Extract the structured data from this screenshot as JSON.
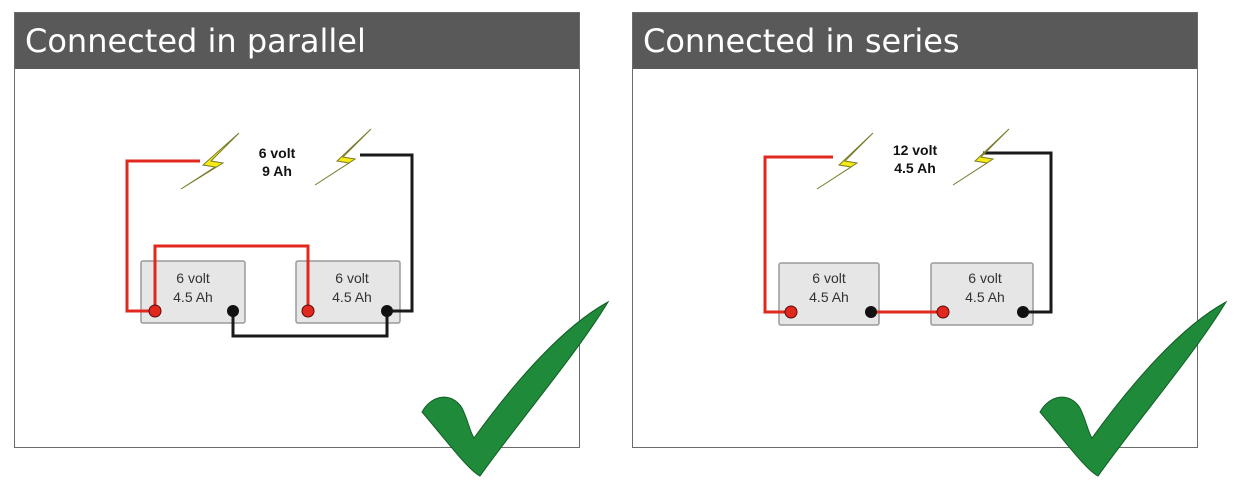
{
  "panels": [
    {
      "title": "Connected in parallel",
      "output_voltage": "6 volt",
      "output_capacity": "9 Ah",
      "batteries": [
        {
          "voltage": "6 volt",
          "capacity": "4.5 Ah"
        },
        {
          "voltage": "6 volt",
          "capacity": "4.5 Ah"
        }
      ]
    },
    {
      "title": "Connected in series",
      "output_voltage": "12 volt",
      "output_capacity": "4.5 Ah",
      "batteries": [
        {
          "voltage": "6 volt",
          "capacity": "4.5 Ah"
        },
        {
          "voltage": "6 volt",
          "capacity": "4.5 Ah"
        }
      ]
    }
  ],
  "colors": {
    "header_bg": "#595959",
    "positive_wire": "#e0281e",
    "negative_wire": "#1a1a1a",
    "bolt": "#f5ea14",
    "checkmark": "#1f8a3a"
  },
  "icons": [
    "lightning-bolt-icon",
    "checkmark-icon"
  ]
}
